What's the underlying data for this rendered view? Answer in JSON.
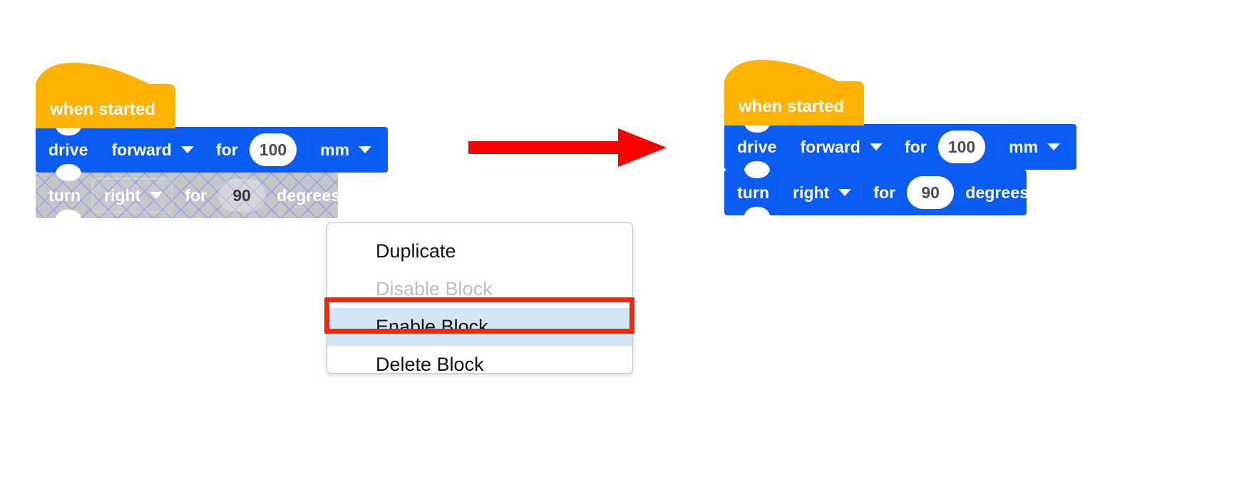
{
  "colors": {
    "hat_fill": "#FFB300",
    "block_blue": "#0B5CF5",
    "field_white": "#FFFFFF",
    "disabled_gray": "#C6C6C6",
    "hatch_blue": "#8CA3E8",
    "arrow_red": "#FB0000",
    "highlight_red": "#FB2400",
    "menu_highlight": "#D3E4F3",
    "menu_text": "#121212",
    "menu_text_disabled": "#BDBDBD",
    "menu_border": "#C6C6C6"
  },
  "before": {
    "label": "before-state",
    "hat": {
      "label": "when started",
      "icon": "hat-block"
    },
    "drive_block": {
      "verb": "drive",
      "direction": "forward",
      "direction_icon": "chevron-down-icon",
      "preposition": "for",
      "amount": "100",
      "unit": "mm",
      "unit_icon": "chevron-down-icon",
      "state": "enabled"
    },
    "turn_block": {
      "verb": "turn",
      "direction": "right",
      "direction_icon": "chevron-down-icon",
      "preposition": "for",
      "amount": "90",
      "unit": "degrees",
      "state": "disabled"
    }
  },
  "after": {
    "label": "after-state",
    "hat": {
      "label": "when started",
      "icon": "hat-block"
    },
    "drive_block": {
      "verb": "drive",
      "direction": "forward",
      "direction_icon": "chevron-down-icon",
      "preposition": "for",
      "amount": "100",
      "unit": "mm",
      "unit_icon": "chevron-down-icon",
      "state": "enabled"
    },
    "turn_block": {
      "verb": "turn",
      "direction": "right",
      "direction_icon": "chevron-down-icon",
      "preposition": "for",
      "amount": "90",
      "unit": "degrees",
      "state": "enabled"
    }
  },
  "arrow": {
    "icon": "right-arrow-icon",
    "direction": "right"
  },
  "context_menu": {
    "items": [
      {
        "label": "Duplicate",
        "state": "normal",
        "highlighted": false
      },
      {
        "label": "Disable Block",
        "state": "grayed-out",
        "highlighted": false
      },
      {
        "label": "Enable Block",
        "state": "normal",
        "highlighted": true
      },
      {
        "label": "Delete Block",
        "state": "normal",
        "highlighted": false
      }
    ]
  }
}
